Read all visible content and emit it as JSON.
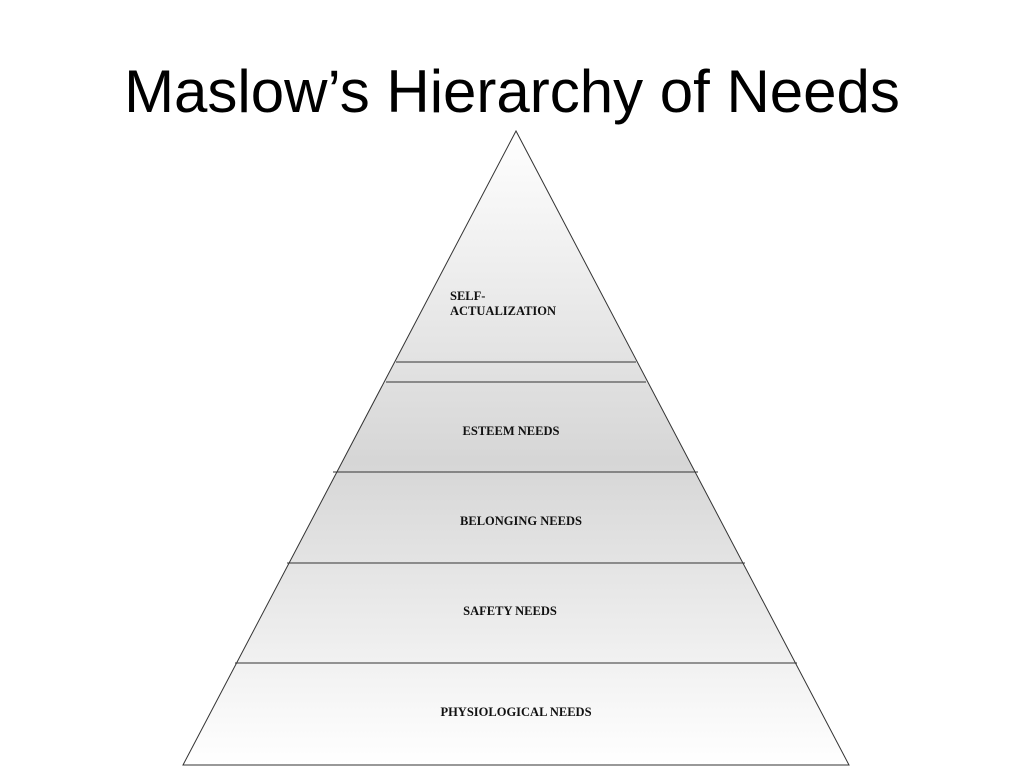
{
  "slide": {
    "title": "Maslow’s Hierarchy of Needs"
  },
  "pyramid": {
    "levels": [
      {
        "name": "self-actualization",
        "label_lines": [
          "SELF-",
          "ACTUALIZATION"
        ]
      },
      {
        "name": "esteem",
        "label_lines": [
          "ESTEEM NEEDS"
        ]
      },
      {
        "name": "belonging",
        "label_lines": [
          "BELONGING NEEDS"
        ]
      },
      {
        "name": "safety",
        "label_lines": [
          "SAFETY NEEDS"
        ]
      },
      {
        "name": "physiological",
        "label_lines": [
          "PHYSIOLOGICAL NEEDS"
        ]
      }
    ],
    "colors": {
      "outline": "#333333",
      "fill_top": "#ffffff",
      "fill_mid": "#d6d6d6",
      "fill_bottom": "#ffffff"
    }
  }
}
